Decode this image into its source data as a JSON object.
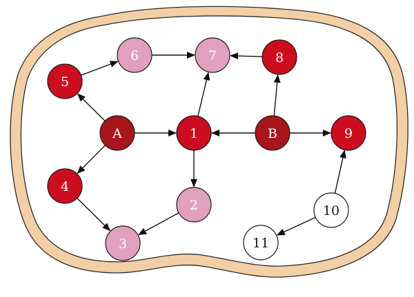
{
  "colors": {
    "boundary_fill": "#f3cfa6",
    "boundary_stroke": "#2a2a2a",
    "interior": "#ffffff",
    "dark_red": "#a8161c",
    "red": "#cc0d1f",
    "pink": "#e1a0be",
    "white": "#ffffff",
    "node_stroke": "#1a1a1a",
    "light_text": "#ffffff",
    "dark_text": "#1a1a1a"
  },
  "nodes": [
    {
      "id": "A",
      "label": "A",
      "kind": "dark_red"
    },
    {
      "id": "B",
      "label": "B",
      "kind": "dark_red"
    },
    {
      "id": "n1",
      "label": "1",
      "kind": "red"
    },
    {
      "id": "n4",
      "label": "4",
      "kind": "red"
    },
    {
      "id": "n5",
      "label": "5",
      "kind": "red"
    },
    {
      "id": "n8",
      "label": "8",
      "kind": "red"
    },
    {
      "id": "n9",
      "label": "9",
      "kind": "red"
    },
    {
      "id": "n2",
      "label": "2",
      "kind": "pink"
    },
    {
      "id": "n3",
      "label": "3",
      "kind": "pink"
    },
    {
      "id": "n6",
      "label": "6",
      "kind": "pink"
    },
    {
      "id": "n7",
      "label": "7",
      "kind": "pink"
    },
    {
      "id": "n10",
      "label": "10",
      "kind": "white"
    },
    {
      "id": "n11",
      "label": "11",
      "kind": "white"
    }
  ],
  "edges": [
    {
      "from": "A",
      "to": "n5"
    },
    {
      "from": "A",
      "to": "n4"
    },
    {
      "from": "A",
      "to": "n1"
    },
    {
      "from": "n5",
      "to": "n6"
    },
    {
      "from": "n6",
      "to": "n7"
    },
    {
      "from": "n1",
      "to": "n7"
    },
    {
      "from": "n8",
      "to": "n7"
    },
    {
      "from": "B",
      "to": "n8"
    },
    {
      "from": "B",
      "to": "n1"
    },
    {
      "from": "B",
      "to": "n9"
    },
    {
      "from": "n1",
      "to": "n2"
    },
    {
      "from": "n4",
      "to": "n3"
    },
    {
      "from": "n2",
      "to": "n3"
    },
    {
      "from": "n10",
      "to": "n9"
    },
    {
      "from": "n10",
      "to": "n11"
    }
  ]
}
